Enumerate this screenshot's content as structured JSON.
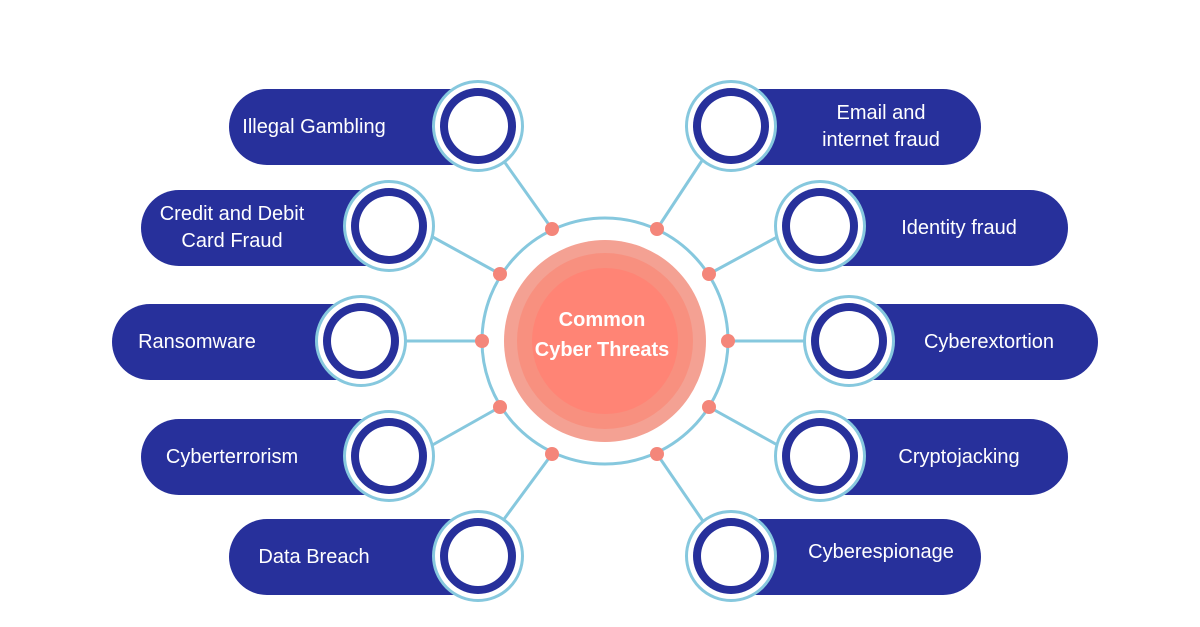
{
  "title": "Common\nCyber Threats",
  "colors": {
    "pill": "#27309b",
    "connector": "#86c8de",
    "dot": "#f4867a",
    "center": "#f28a7e",
    "center_core": "#ff8475"
  },
  "threats": [
    {
      "label": "Illegal Gambling",
      "icon": "circle-icon"
    },
    {
      "label": "Credit and Debit\nCard Fraud",
      "icon": "circle-icon"
    },
    {
      "label": "Ransomware",
      "icon": "circle-icon"
    },
    {
      "label": "Cyberterrorism",
      "icon": "circle-icon"
    },
    {
      "label": "Data Breach",
      "icon": "circle-icon"
    },
    {
      "label": "Email and\ninternet fraud",
      "icon": "circle-icon"
    },
    {
      "label": "Identity fraud",
      "icon": "circle-icon"
    },
    {
      "label": "Cyberextortion",
      "icon": "circle-icon"
    },
    {
      "label": "Cryptojacking",
      "icon": "circle-icon"
    },
    {
      "label": "Cyberespionage",
      "icon": "circle-icon"
    }
  ]
}
